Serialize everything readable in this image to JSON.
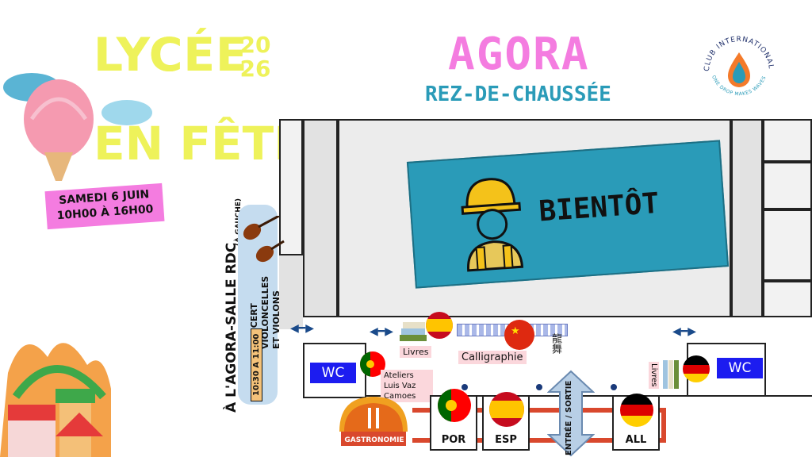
{
  "event": {
    "title_line1": "LYCÉE",
    "title_line2": "EN FÊTE",
    "year_top": "20",
    "year_bottom": "26",
    "date_line1": "SAMEDI 6 JUIN",
    "date_line2": "10H00 À 16H00"
  },
  "header": {
    "title": "AGORA",
    "subtitle": "REZ-DE-CHAUSSÉE"
  },
  "logo": {
    "text_top": "CLUB INTERNATIONAL",
    "text_bottom": "ONE DROP MAKES WAVES",
    "colors": [
      "#f47a2a",
      "#e33b6a",
      "#2a9bb8"
    ]
  },
  "side": {
    "location": "À L'AGORA-SALLE RDC",
    "location_note": "(À GAUCHE)",
    "concert_line1": "CONCERT",
    "concert_line2": "VIOLONCELLES",
    "concert_line3": "ET VIOLONS",
    "time": "10:30 A 11:00"
  },
  "banner": {
    "text": "BIENTÔT",
    "icon": "construction-worker-icon",
    "color": "#2a9bb8"
  },
  "plan": {
    "wc_left": "WC",
    "wc_right": "WC",
    "livres_center": "Livres",
    "livres_right": "Livres",
    "calligraphie": "Calligraphie",
    "ateliers": "Ateliers Luis Vaz Camoes",
    "gastronomie": "GASTRONOMIE",
    "stand_por": "POR",
    "stand_esp": "ESP",
    "stand_all": "ALL",
    "entree": "ENTRÉE / SORTIE",
    "calligraphy_chars": "龍舞"
  },
  "colors": {
    "yellow": "#eef25a",
    "pink": "#f47ce0",
    "teal": "#2a9bb8",
    "wc_blue": "#1c1cf0",
    "route_red": "#d9482d"
  }
}
